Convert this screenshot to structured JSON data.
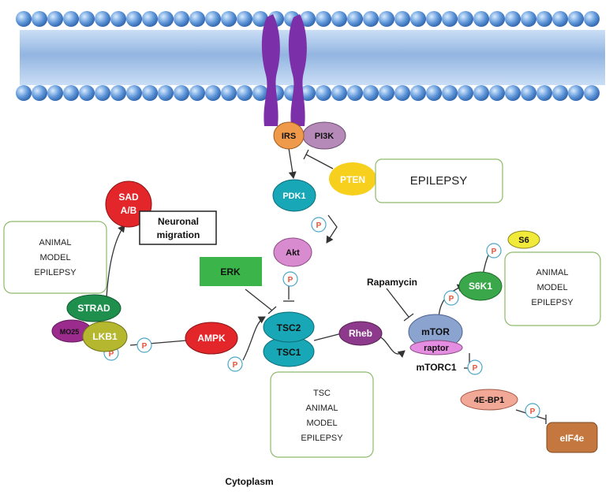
{
  "nodes": {
    "irs": "IRS",
    "pi3k": "PI3K",
    "pten": "PTEN",
    "pdk1": "PDK1",
    "akt": "Akt",
    "erk": "ERK",
    "sad": [
      "SAD",
      "A/B"
    ],
    "neuronal_migration": [
      "Neuronal",
      "migration"
    ],
    "strad": "STRAD",
    "mo25": "MO25",
    "lkb1": "LKB1",
    "ampk": "AMPK",
    "tsc2": "TSC2",
    "tsc1": "TSC1",
    "rheb": "Rheb",
    "mtor": "mTOR",
    "raptor": "raptor",
    "mtorc1": "mTORC1",
    "rapamycin": "Rapamycin",
    "s6k1": "S6K1",
    "s6": "S6",
    "ebp1": "4E-BP1",
    "eif4e": "eIF4e",
    "phospho": "P",
    "cytoplasm": "Cytoplasm"
  },
  "notes": {
    "epilepsy_pten": "EPILEPSY",
    "animal_model_left": [
      "ANIMAL",
      "MODEL",
      "EPILEPSY"
    ],
    "animal_model_right": [
      "ANIMAL",
      "MODEL",
      "EPILEPSY"
    ],
    "tsc_model": [
      "TSC",
      "ANIMAL",
      "MODEL",
      "EPILEPSY"
    ]
  },
  "colors": {
    "membrane": "#3a78c8",
    "receptor": "#7b2fa8",
    "irs": "#ef9a4a",
    "pi3k": "#b58ab8",
    "pten": "#f7cf1d",
    "teal": "#17a7b6",
    "akt": "#d98bd0",
    "erk": "#3bb54a",
    "sad": "#e3262a",
    "strad": "#1f8f4e",
    "mo25": "#9b2c8e",
    "lkb1": "#b5b82e",
    "ampk": "#e3262a",
    "rheb": "#8e3a8c",
    "mtor": "#8aa3cf",
    "raptor": "#e58de0",
    "s6k1": "#3aa84a",
    "s6": "#f2ea3a",
    "ebp1": "#f2a896",
    "eif4e": "#c4773f",
    "note_border": "#8dbb6a",
    "phospho": "#e8533a"
  }
}
